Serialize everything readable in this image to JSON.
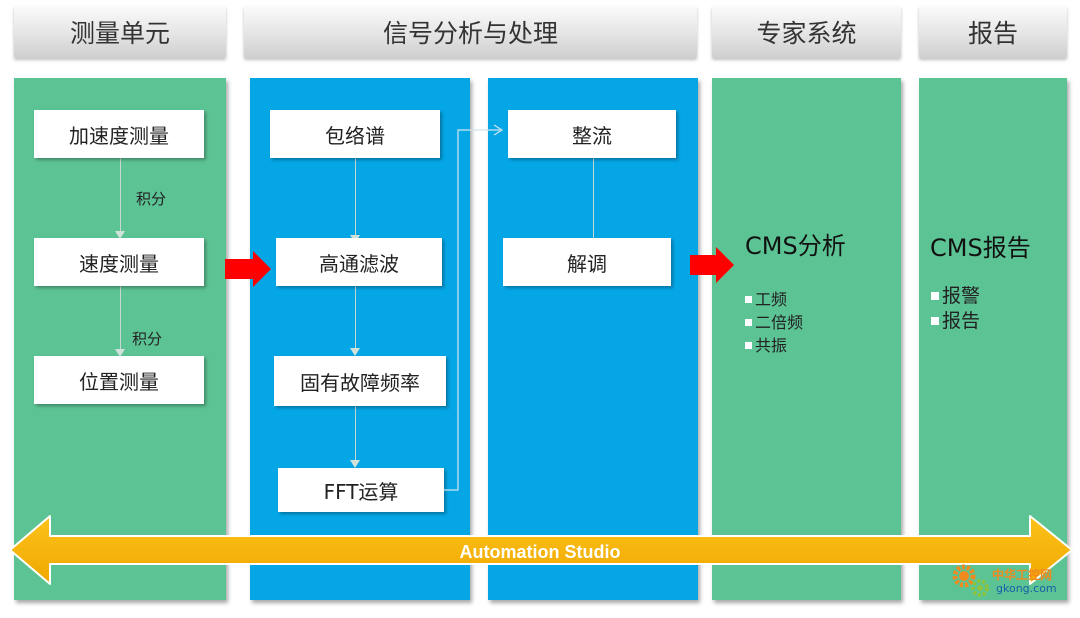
{
  "headers": [
    "测量单元",
    "信号分析与处理",
    "专家系统",
    "报告"
  ],
  "measurement": {
    "boxes": [
      "加速度测量",
      "速度测量",
      "位置测量"
    ],
    "step_labels": [
      "积分",
      "积分"
    ]
  },
  "analysis": {
    "boxes": [
      "包络谱",
      "高通滤波",
      "固有故障频率",
      "FFT运算"
    ]
  },
  "processing": {
    "boxes": [
      "整流",
      "解调"
    ]
  },
  "expert": {
    "title": "CMS分析",
    "items": [
      "工频",
      "二倍频",
      "共振"
    ]
  },
  "report": {
    "title": "CMS报告",
    "items": [
      "报警",
      "报告"
    ]
  },
  "bottom_arrow_label": "Automation Studio",
  "watermark": {
    "line1": "中华工控网",
    "line2": "gkong.com"
  },
  "colors": {
    "green": "#5cc394",
    "blue": "#05a6e6",
    "red_arrow": "#ff0000",
    "orange_arrow": "#f7b500"
  }
}
